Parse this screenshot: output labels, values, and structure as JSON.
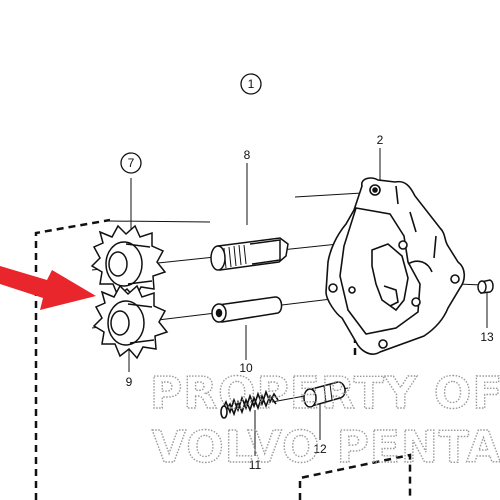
{
  "callouts": {
    "circled_main": "1",
    "circled_gear": "7",
    "part_2": "2",
    "part_8": "8",
    "part_9": "9",
    "part_10": "10",
    "part_11": "11",
    "part_12": "12",
    "part_13": "13"
  },
  "watermark": {
    "line1": "PROPERTY OF",
    "line2": "VOLVO PENTA"
  },
  "colors": {
    "ink": "#111111",
    "arrow": "#e8262b",
    "watermark": "#9a9a9a"
  }
}
